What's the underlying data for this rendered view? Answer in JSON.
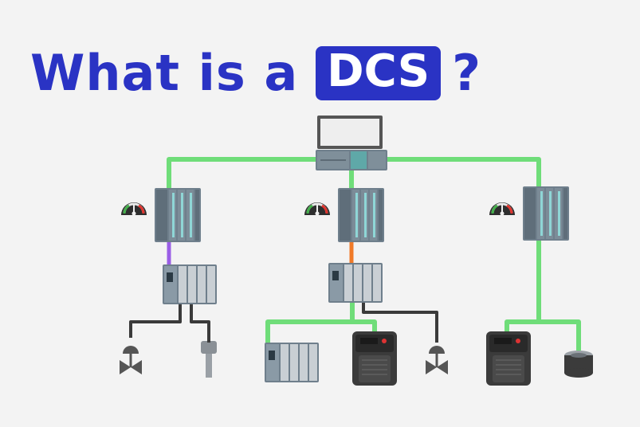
{
  "title": {
    "text": "What is a",
    "badge": "DCS",
    "question_mark": "?"
  },
  "colors": {
    "title": "#2a33c4",
    "network": "#6fdd79",
    "purple_link": "#9a5ee6",
    "orange_link": "#f07a28",
    "cable": "#3a3a3a",
    "module": "#6f7f8c",
    "module_accent": "#8fd6d6"
  },
  "diagram": {
    "nodes": [
      {
        "id": "operator-workstation",
        "icon": "monitor-icon"
      },
      {
        "id": "network-switch",
        "icon": "switch-icon"
      },
      {
        "id": "controller-1",
        "icon": "controller-rack-icon"
      },
      {
        "id": "controller-2",
        "icon": "controller-rack-icon"
      },
      {
        "id": "controller-3",
        "icon": "controller-rack-icon"
      },
      {
        "id": "gauge-1",
        "icon": "gauge-icon"
      },
      {
        "id": "gauge-2",
        "icon": "gauge-icon"
      },
      {
        "id": "gauge-3",
        "icon": "gauge-icon"
      },
      {
        "id": "io-module-1",
        "icon": "io-rack-icon"
      },
      {
        "id": "io-module-2",
        "icon": "io-rack-icon"
      },
      {
        "id": "valve-1",
        "icon": "valve-icon"
      },
      {
        "id": "temperature-sensor",
        "icon": "thermocouple-icon"
      },
      {
        "id": "remote-io",
        "icon": "io-rack-icon"
      },
      {
        "id": "drive-1",
        "icon": "motor-drive-icon"
      },
      {
        "id": "valve-2",
        "icon": "valve-icon"
      },
      {
        "id": "drive-2",
        "icon": "motor-drive-icon"
      },
      {
        "id": "encoder",
        "icon": "encoder-icon"
      }
    ]
  }
}
